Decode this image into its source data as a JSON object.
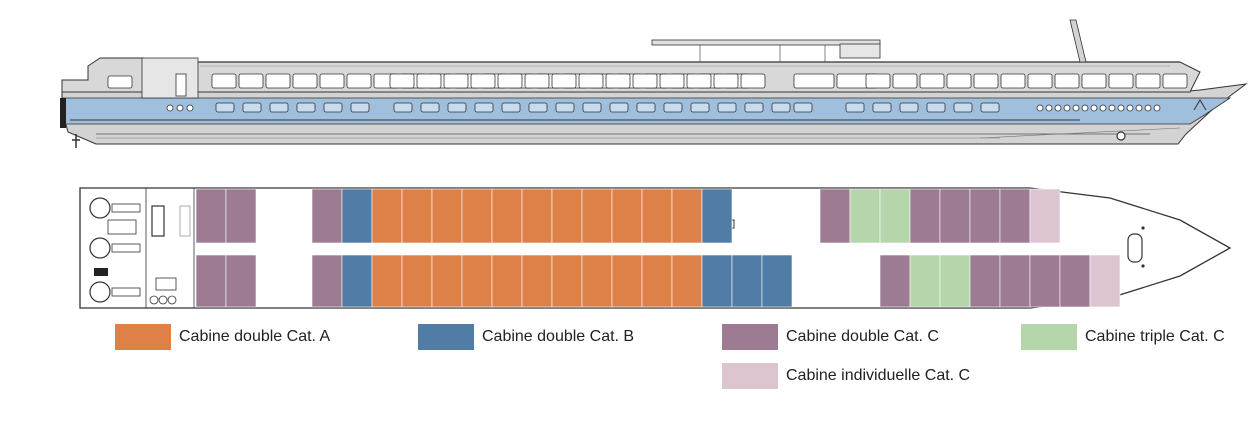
{
  "diagram": {
    "hull_colors": {
      "hull": "#d3d3d3",
      "deck_band": "#9fbfdd",
      "lines": "#333333"
    },
    "cabin_categories": {
      "A": {
        "color": "#dd8149"
      },
      "B": {
        "color": "#507ca5"
      },
      "C": {
        "color": "#9d7c93"
      },
      "T": {
        "color": "#b5d5ab"
      },
      "I": {
        "color": "#dcc4d1"
      }
    },
    "deck_plan": {
      "top_row": [
        "C",
        "C",
        "gap",
        "C",
        "B",
        "A",
        "A",
        "A",
        "A",
        "A",
        "A",
        "A",
        "A",
        "A",
        "A",
        "A",
        "B",
        "gap",
        "C",
        "T",
        "T",
        "C",
        "C",
        "C",
        "C",
        "I"
      ],
      "bottom_row": [
        "C",
        "C",
        "gap",
        "C",
        "B",
        "A",
        "A",
        "A",
        "A",
        "A",
        "A",
        "A",
        "A",
        "A",
        "A",
        "A",
        "B",
        "B",
        "B",
        "gap",
        "C",
        "T",
        "T",
        "C",
        "C",
        "C",
        "C",
        "I"
      ]
    }
  },
  "legend": [
    {
      "key": "A",
      "label": "Cabine double Cat. A"
    },
    {
      "key": "B",
      "label": "Cabine double Cat. B"
    },
    {
      "key": "C",
      "label": "Cabine double Cat. C"
    },
    {
      "key": "T",
      "label": "Cabine triple Cat. C"
    },
    {
      "key": "I",
      "label": "Cabine individuelle Cat. C"
    }
  ]
}
